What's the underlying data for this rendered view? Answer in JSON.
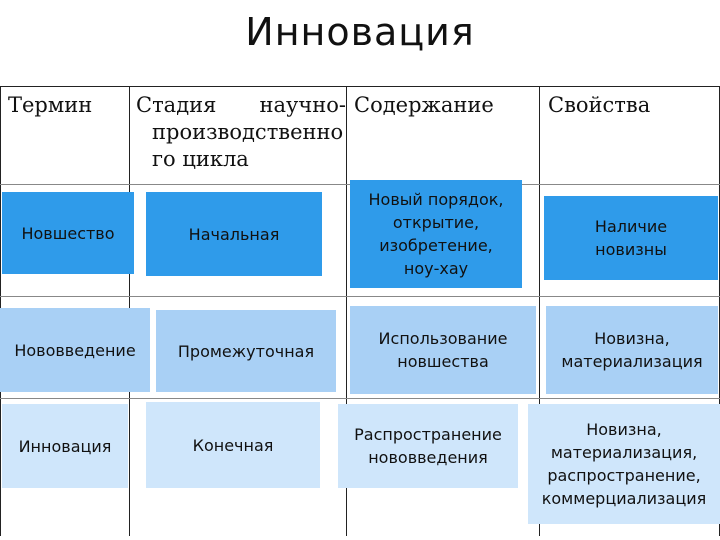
{
  "title": "Инновация",
  "headers": {
    "term": "Термин",
    "stage_line1_a": "Стадия",
    "stage_line1_b": "научно-",
    "stage_line2": "производственно",
    "stage_line3": "го цикла",
    "content": "Содержание",
    "properties": "Свойства"
  },
  "rows": [
    {
      "term": "Новшество",
      "stage": "Начальная",
      "content": [
        "Новый порядок,",
        "открытие,",
        "изобретение,",
        "ноу-хау"
      ],
      "properties": [
        "Наличие",
        "новизны"
      ]
    },
    {
      "term": "Нововведение",
      "stage": "Промежуточная",
      "content": [
        "Использование",
        "новшества"
      ],
      "properties": [
        "Новизна,",
        "материализация"
      ]
    },
    {
      "term": "Инновация",
      "stage": "Конечная",
      "content": [
        "Распространение",
        "нововведения"
      ],
      "properties": [
        "Новизна,",
        "материализация,",
        "распространение,",
        "коммерциализация"
      ]
    }
  ],
  "colors": {
    "blue": "#2f9bea",
    "light_blue": "#a9d0f5",
    "pale_blue": "#cfe6fb"
  }
}
